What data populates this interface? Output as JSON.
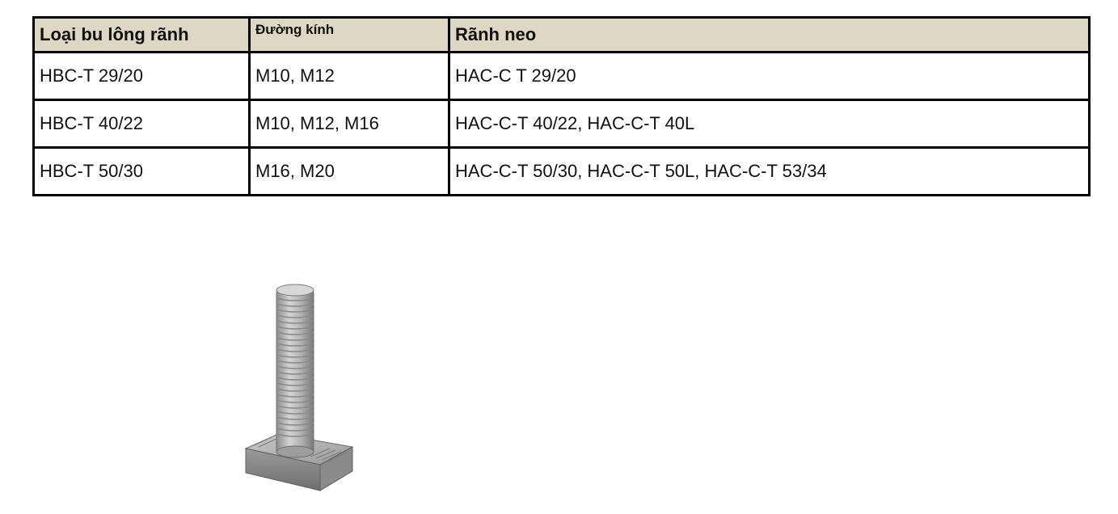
{
  "table": {
    "headers": [
      "Loại bu lông rãnh",
      "Đường kính",
      "Rãnh neo"
    ],
    "rows": [
      [
        "HBC-T 29/20",
        "M10, M12",
        "HAC-C T 29/20"
      ],
      [
        "HBC-T 40/22",
        "M10, M12, M16",
        "HAC-C-T 40/22, HAC-C-T 40L"
      ],
      [
        "HBC-T 50/30",
        "M16, M20",
        "HAC-C-T 50/30, HAC-C-T 50L, HAC-C-T 53/34"
      ]
    ]
  },
  "figure": {
    "icon": "t-head-bolt-icon",
    "colors": {
      "metal": "#a9a9a9",
      "metal_dark": "#7b7b7b",
      "metal_light": "#d2d2d2"
    }
  }
}
